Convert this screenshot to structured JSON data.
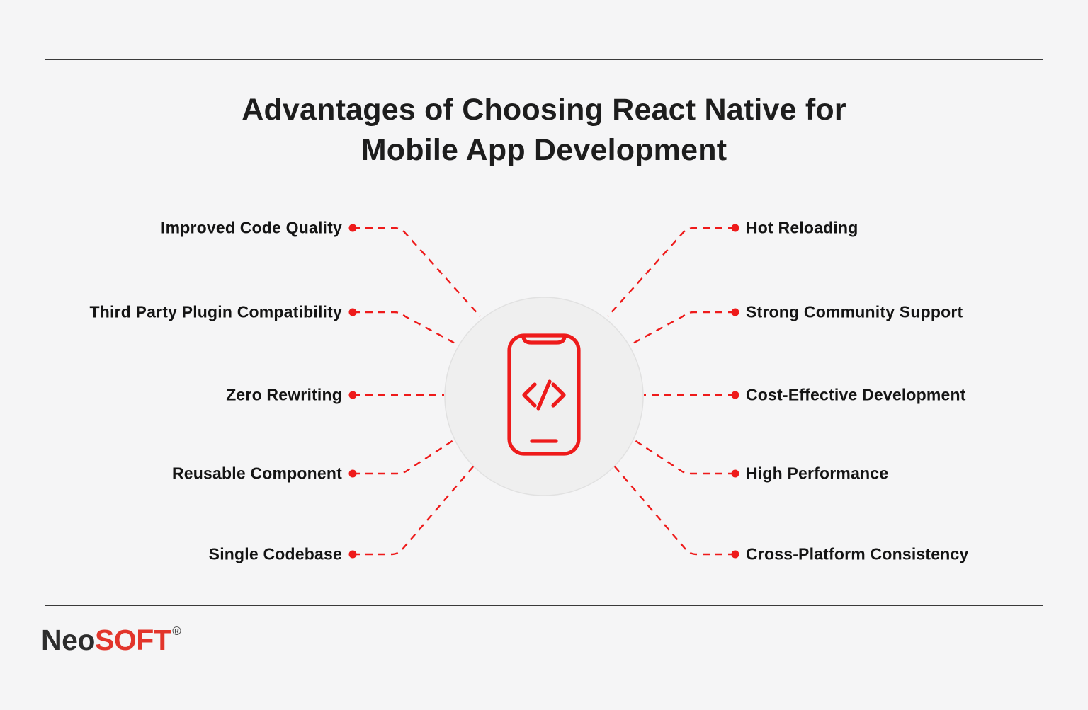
{
  "title": {
    "line1": "Advantages of Choosing React Native for",
    "line2": "Mobile App Development"
  },
  "advantages": {
    "left": [
      "Improved Code Quality",
      "Third Party Plugin Compatibility",
      "Zero Rewriting",
      "Reusable Component",
      "Single Codebase"
    ],
    "right": [
      "Hot Reloading",
      "Strong Community Support",
      "Cost-Effective Development",
      "High Performance",
      "Cross-Platform Consistency"
    ]
  },
  "center_icon": "mobile-phone-code-icon",
  "logo": {
    "neo": "Neo",
    "soft": "SOFT",
    "registered": "®"
  },
  "colors": {
    "accent": "#ee1b1b",
    "text": "#1b1b1b",
    "background": "#f5f5f6",
    "hub_fill": "#efefef",
    "hub_stroke": "#e1e1e1",
    "rule": "#3a3a3a",
    "logo_neo": "#2d2d2d",
    "logo_soft": "#e2352b"
  }
}
